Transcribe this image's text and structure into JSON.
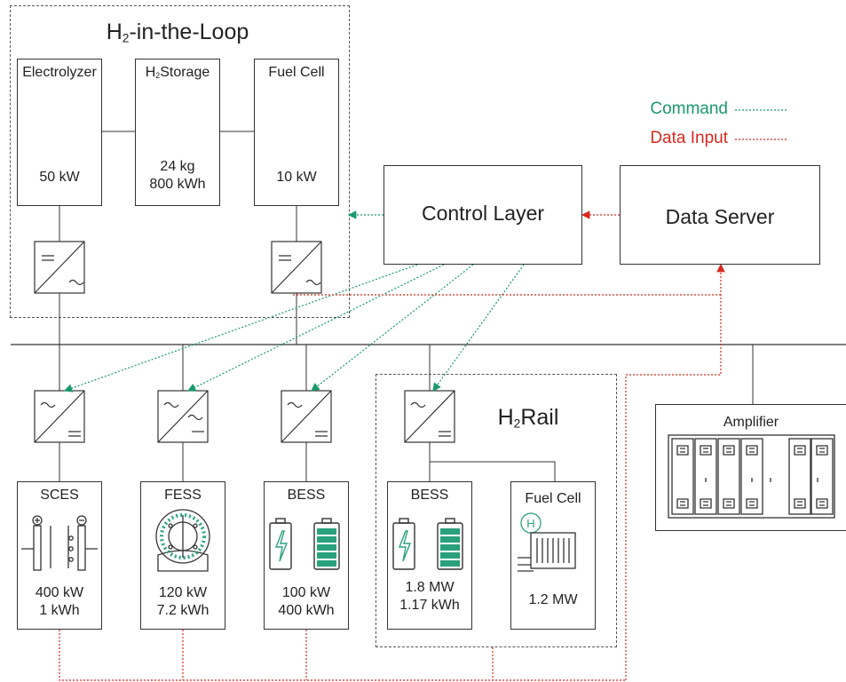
{
  "colors": {
    "command": "#1a9a6a",
    "data_input": "#d8291f",
    "teal": "#2aa17c",
    "line": "#333333"
  },
  "groups": {
    "h2_loop": {
      "title_pre": "H",
      "title_sub": "2",
      "title_post": "-in-the-Loop"
    },
    "h2rail": {
      "title_pre": "H",
      "title_sub": "2",
      "title_post": "Rail"
    }
  },
  "legend": {
    "command": "Command",
    "data_input": "Data Input"
  },
  "blocks": {
    "electrolyzer": {
      "label": "Electrolyzer",
      "value": "50 kW",
      "icon": "electrolyzer-icon"
    },
    "storage": {
      "label_pre": "H",
      "label_sub": "2",
      "label_post": "Storage",
      "value1": "24 kg",
      "value2": "800 kWh",
      "icon": "h2-tank-icon"
    },
    "fuelcell_top": {
      "label": "Fuel Cell",
      "value": "10 kW",
      "icon": "fuel-cell-icon"
    },
    "control": {
      "label": "Control Layer"
    },
    "server": {
      "label": "Data Server"
    },
    "amplifier": {
      "label": "Amplifier",
      "icon": "amplifier-rack-icon"
    },
    "sces": {
      "label": "SCES",
      "value1": "400 kW",
      "value2": "1 kWh",
      "icon": "supercapacitor-icon"
    },
    "fess": {
      "label": "FESS",
      "value1": "120 kW",
      "value2": "7.2 kWh",
      "icon": "flywheel-icon"
    },
    "bess1": {
      "label": "BESS",
      "value1": "100 kW",
      "value2": "400 kWh",
      "icon": "battery-icon"
    },
    "bess2": {
      "label": "BESS",
      "value1": "1.8 MW",
      "value2": "1.17 kWh",
      "icon": "battery-icon"
    },
    "fuelcell_rail": {
      "label": "Fuel Cell",
      "value": "1.2 MW",
      "icon": "fuel-cell-icon"
    }
  }
}
